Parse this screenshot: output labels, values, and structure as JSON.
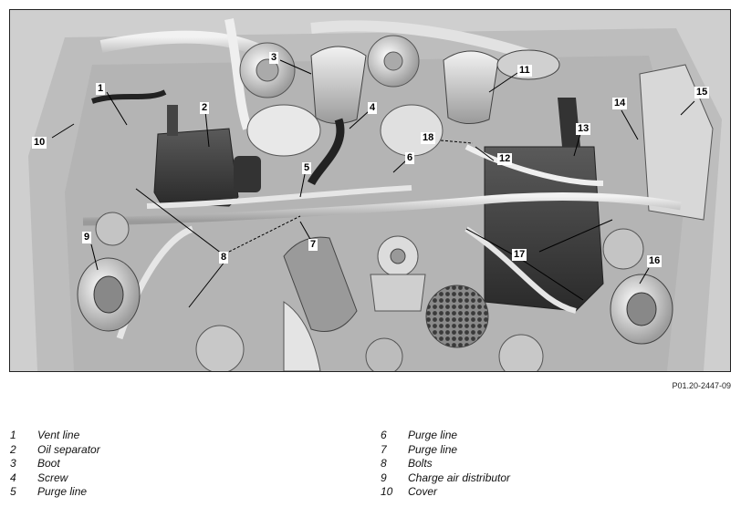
{
  "figure": {
    "code": "P01.20-2447-09",
    "callouts": [
      "1",
      "2",
      "3",
      "4",
      "5",
      "6",
      "7",
      "8",
      "9",
      "10",
      "11",
      "12",
      "13",
      "14",
      "15",
      "16",
      "17",
      "18"
    ]
  },
  "legend": {
    "left": [
      {
        "num": "1",
        "label": "Vent line"
      },
      {
        "num": "2",
        "label": "Oil separator"
      },
      {
        "num": "3",
        "label": "Boot"
      },
      {
        "num": "4",
        "label": "Screw"
      },
      {
        "num": "5",
        "label": "Purge line"
      }
    ],
    "right": [
      {
        "num": "6",
        "label": "Purge line"
      },
      {
        "num": "7",
        "label": "Purge line"
      },
      {
        "num": "8",
        "label": "Bolts"
      },
      {
        "num": "9",
        "label": "Charge air distributor"
      },
      {
        "num": "10",
        "label": "Cover"
      }
    ]
  }
}
